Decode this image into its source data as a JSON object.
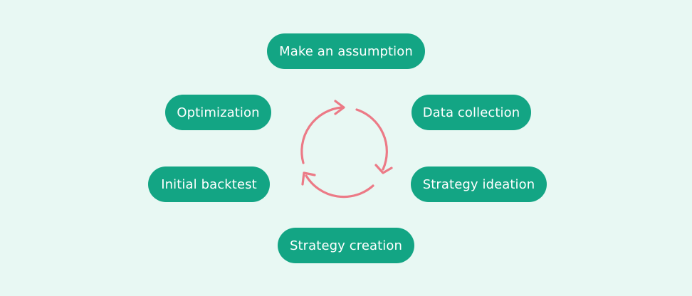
{
  "colors": {
    "background": "#e8f8f3",
    "pill": "#13a584",
    "pill_text": "#ffffff",
    "cycle_arrows": "#ec7a86"
  },
  "diagram": {
    "steps": [
      {
        "label": "Make an assumption"
      },
      {
        "label": "Data collection"
      },
      {
        "label": "Strategy ideation"
      },
      {
        "label": "Strategy creation"
      },
      {
        "label": "Initial backtest"
      },
      {
        "label": "Optimization"
      }
    ],
    "center_icon": "cycle-arrows-icon"
  }
}
